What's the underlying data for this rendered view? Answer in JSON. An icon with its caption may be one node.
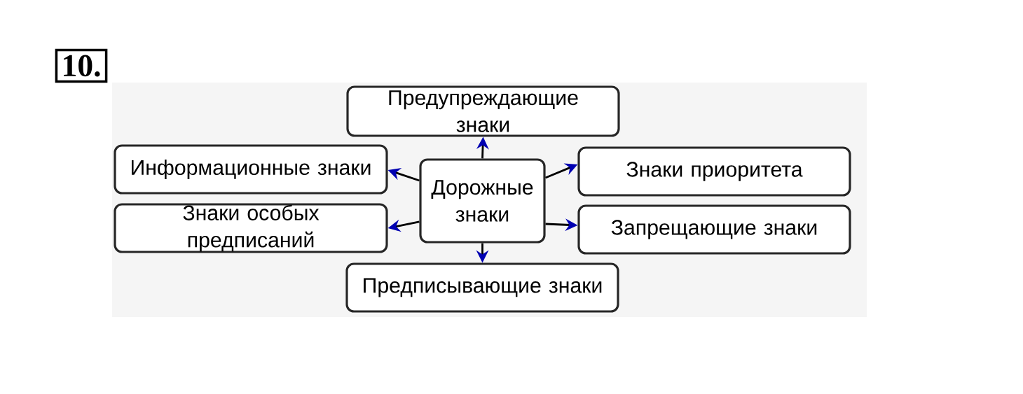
{
  "diagram": {
    "nodes": [
      {
        "text": [
          "Дорожные знаки"
        ]
      },
      {
        "text": [
          "Предупреждающие знаки"
        ]
      },
      {
        "text": [
          "Информационные знаки"
        ]
      },
      {
        "text": [
          "Знаки особых предписаний"
        ]
      },
      {
        "text": [
          "Знаки приоритета"
        ]
      },
      {
        "text": [
          "Запрещающие знаки"
        ]
      },
      {
        "text": [
          "Предписывающие знаки"
        ]
      }
    ],
    "edges": [
      {
        "from": 0,
        "to": 1,
        "arrow": "to"
      },
      {
        "from": 0,
        "to": 2,
        "arrow": "to"
      },
      {
        "from": 0,
        "to": 3,
        "arrow": "to"
      },
      {
        "from": 0,
        "to": 4,
        "arrow": "to"
      },
      {
        "from": 0,
        "to": 5,
        "arrow": "to"
      },
      {
        "from": 0,
        "to": 6,
        "arrow": "to"
      }
    ],
    "labels": [
      "10."
    ]
  }
}
